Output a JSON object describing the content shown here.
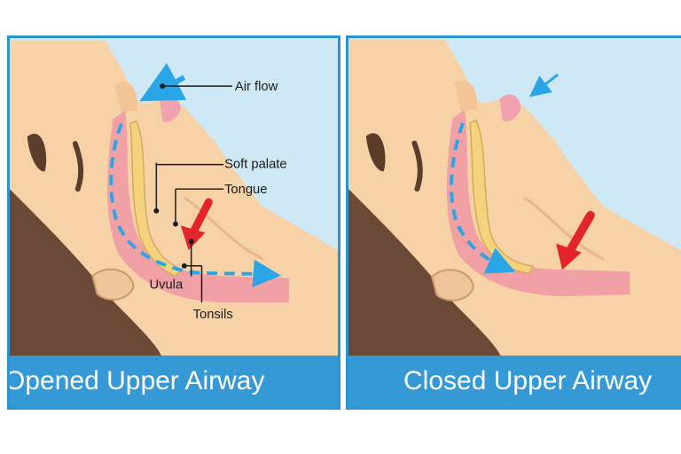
{
  "panels": [
    {
      "caption": "Opened Upper Airway",
      "labels": {
        "air_flow": "Air flow",
        "soft_palate": "Soft palate",
        "tongue": "Tongue",
        "uvula": "Uvula",
        "tonsils": "Tonsils"
      }
    },
    {
      "caption": "Closed Upper Airway"
    }
  ],
  "colors": {
    "frame": "#2b95d3",
    "caption_bg": "#3599d6",
    "skin": "#f6d2a6",
    "hair": "#6a4a36",
    "airway": "#f19aa6",
    "airflow_arrow": "#2aa6e6",
    "obstruction_arrow": "#e3252b"
  }
}
